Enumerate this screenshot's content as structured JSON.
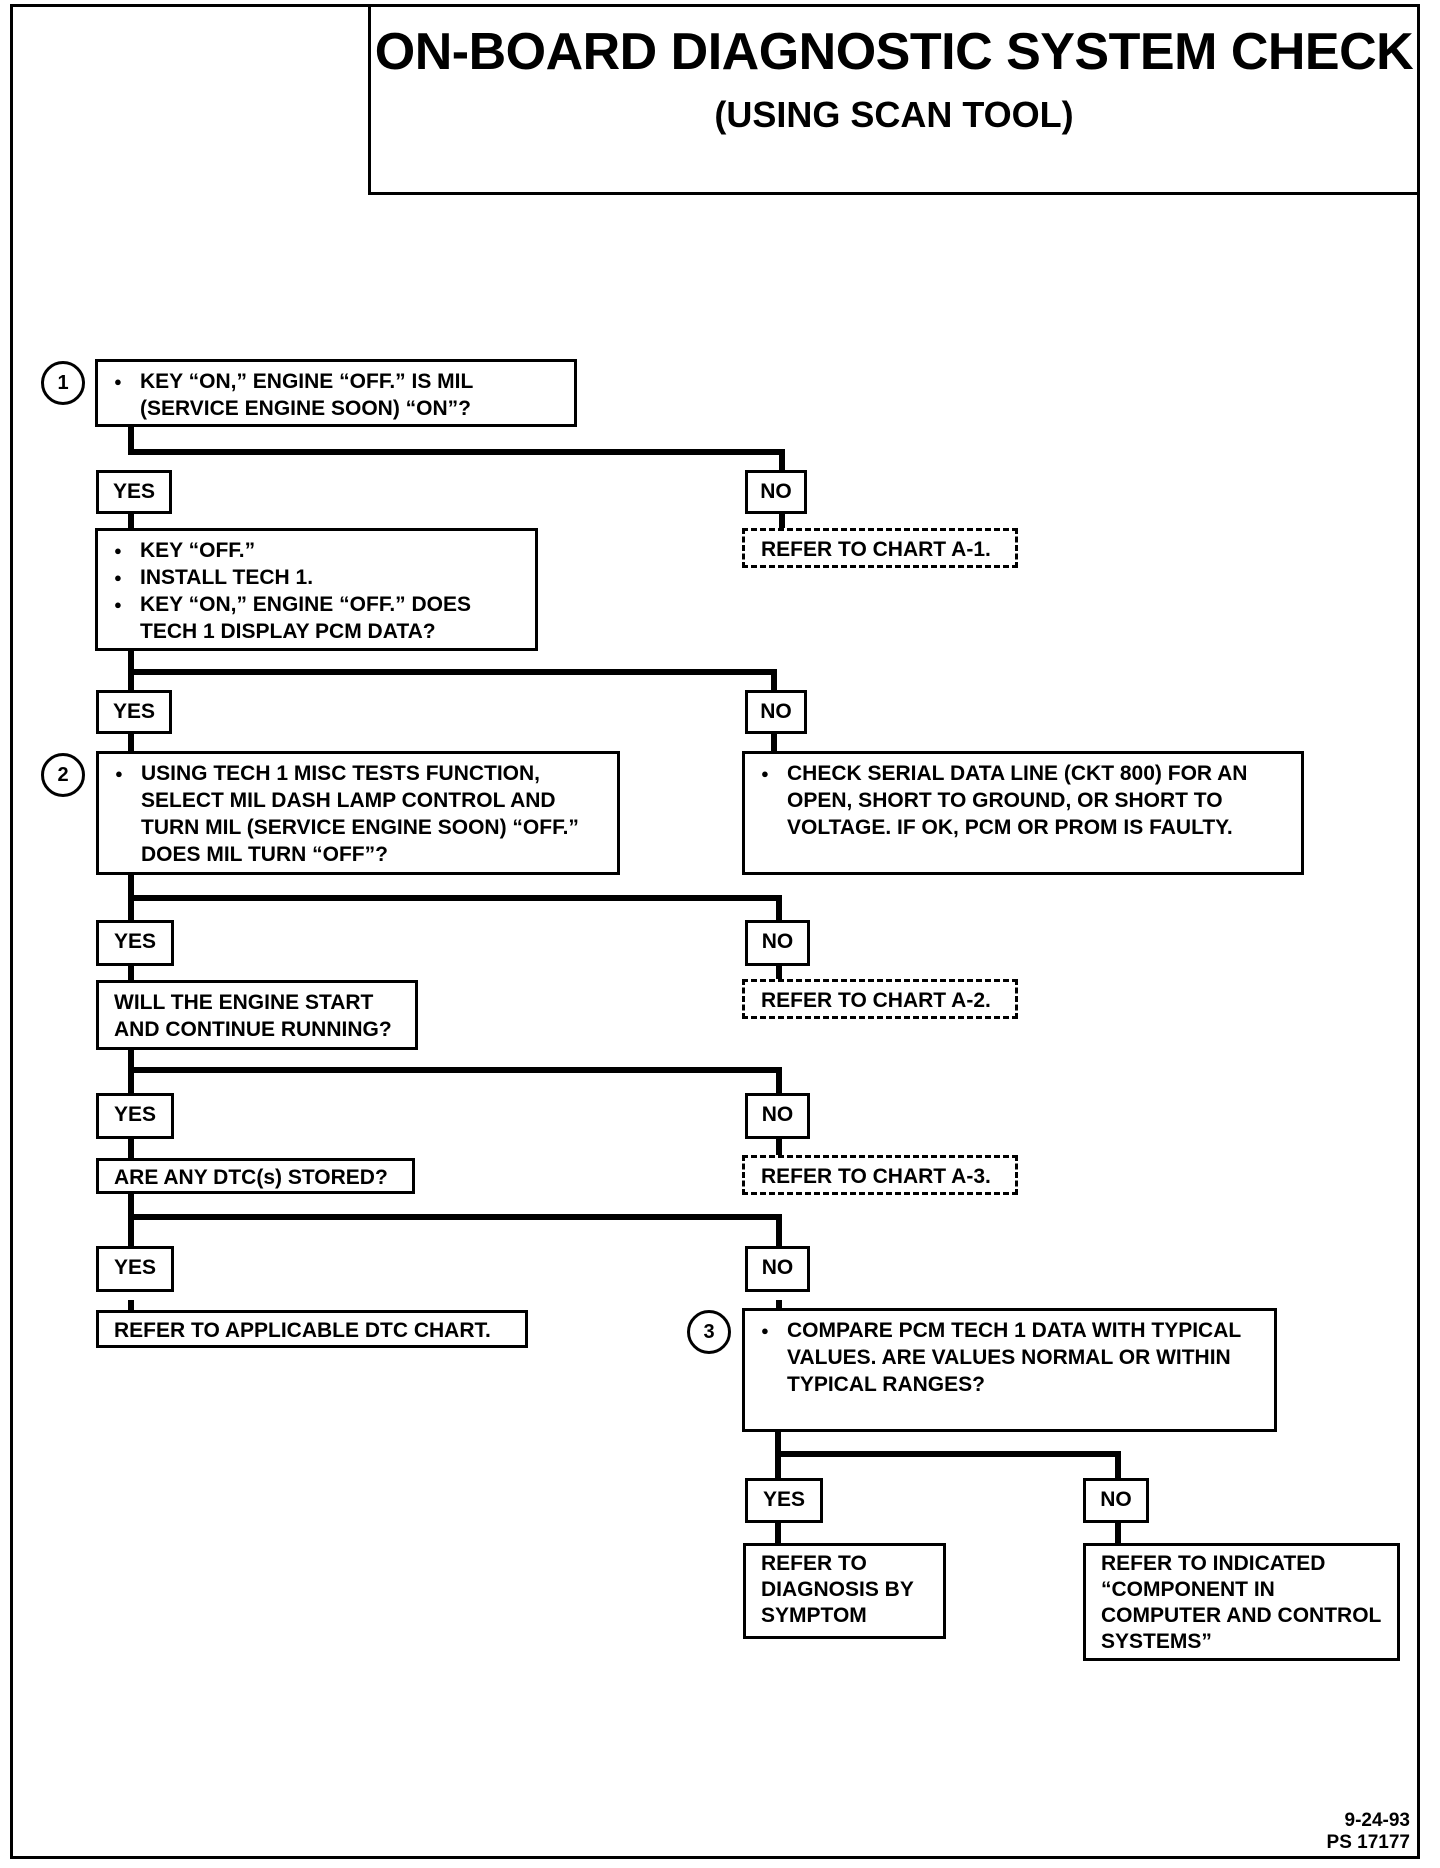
{
  "header": {
    "title": "ON-BOARD DIAGNOSTIC SYSTEM CHECK",
    "subtitle": "(USING  SCAN TOOL)"
  },
  "labels": {
    "yes": "YES",
    "no": "NO"
  },
  "steps": {
    "s1": {
      "number": "1",
      "bullets": [
        "KEY “ON,” ENGINE “OFF.” IS MIL (SERVICE ENGINE SOON) “ON”?"
      ]
    },
    "ref_a1": "REFER TO CHART A-1.",
    "s1b": {
      "bullets": [
        "KEY “OFF.”",
        "INSTALL TECH 1.",
        "KEY “ON,” ENGINE “OFF.” DOES TECH 1 DISPLAY PCM DATA?"
      ]
    },
    "s2": {
      "number": "2",
      "bullets": [
        "USING TECH 1 MISC TESTS FUNCTION, SELECT MIL DASH LAMP CONTROL AND TURN MIL (SERVICE ENGINE SOON) “OFF.” DOES MIL TURN “OFF”?"
      ]
    },
    "serial": {
      "bullets": [
        "CHECK SERIAL DATA LINE (CKT 800) FOR AN OPEN, SHORT TO GROUND, OR SHORT TO VOLTAGE.  IF OK, PCM OR PROM IS FAULTY."
      ]
    },
    "engine_start": "WILL THE ENGINE START AND CONTINUE RUNNING?",
    "ref_a2": "REFER TO CHART A-2.",
    "dtc_stored": "ARE ANY DTC(s) STORED?",
    "ref_a3": "REFER TO CHART A-3.",
    "dtc_chart": "REFER TO APPLICABLE DTC CHART.",
    "s3": {
      "number": "3",
      "bullets": [
        "COMPARE PCM TECH 1 DATA WITH TYPICAL VALUES. ARE VALUES NORMAL OR WITHIN TYPICAL RANGES?"
      ]
    },
    "symptom": "REFER TO DIAGNOSIS BY SYMPTOM",
    "component": "REFER TO INDICATED “COMPONENT  IN COMPUTER AND CONTROL SYSTEMS”"
  },
  "footer": {
    "date": "9-24-93",
    "code": "PS 17177"
  }
}
